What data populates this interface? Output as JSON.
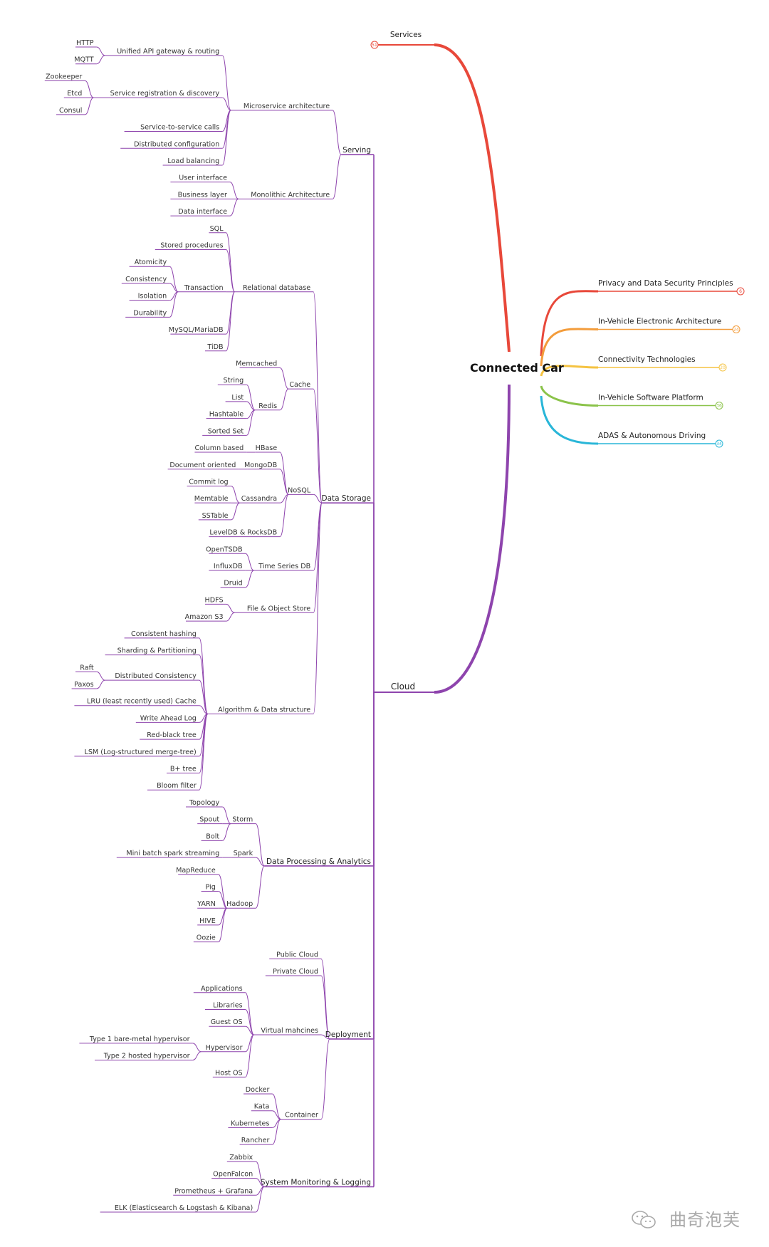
{
  "root": {
    "label": "Connected Car"
  },
  "watermark": "曲奇泡芙",
  "services": {
    "label": "Services",
    "badge": "51",
    "color": "#e8483a"
  },
  "right_branches": [
    {
      "label": "Privacy and Data Security Principles",
      "badge": "6",
      "color": "#e8483a"
    },
    {
      "label": "In-Vehicle Electronic Architecture",
      "badge": "24",
      "color": "#f39c3b"
    },
    {
      "label": "Connectivity Technologies",
      "badge": "20",
      "color": "#f5c342"
    },
    {
      "label": "In-Vehicle Software Platform",
      "badge": "36",
      "color": "#8bc34a"
    },
    {
      "label": "ADAS & Autonomous Driving",
      "badge": "34",
      "color": "#29b6d8"
    }
  ],
  "cloud": {
    "label": "Cloud",
    "color": "#8e44ad",
    "children": [
      {
        "label": "Serving",
        "children": [
          {
            "label": "Microservice architecture",
            "children": [
              {
                "label": "Unified API gateway & routing",
                "children": [
                  {
                    "label": "HTTP"
                  },
                  {
                    "label": "MQTT"
                  }
                ]
              },
              {
                "label": "Service registration & discovery",
                "children": [
                  {
                    "label": "Zookeeper"
                  },
                  {
                    "label": "Etcd"
                  },
                  {
                    "label": "Consul"
                  }
                ]
              },
              {
                "label": "Service-to-service calls"
              },
              {
                "label": "Distributed configuration"
              },
              {
                "label": "Load balancing"
              }
            ]
          },
          {
            "label": "Monolithic Architecture",
            "children": [
              {
                "label": "User interface"
              },
              {
                "label": "Business layer"
              },
              {
                "label": "Data interface"
              }
            ]
          }
        ]
      },
      {
        "label": "Data Storage",
        "children": [
          {
            "label": "Relational database",
            "children": [
              {
                "label": "SQL"
              },
              {
                "label": "Stored procedures"
              },
              {
                "label": "Transaction",
                "children": [
                  {
                    "label": "Atomicity"
                  },
                  {
                    "label": "Consistency"
                  },
                  {
                    "label": "Isolation"
                  },
                  {
                    "label": "Durability"
                  }
                ]
              },
              {
                "label": "MySQL/MariaDB"
              },
              {
                "label": "TiDB"
              }
            ]
          },
          {
            "label": "Cache",
            "children": [
              {
                "label": "Memcached"
              },
              {
                "label": "Redis",
                "children": [
                  {
                    "label": "String"
                  },
                  {
                    "label": "List"
                  },
                  {
                    "label": "Hashtable"
                  },
                  {
                    "label": "Sorted Set"
                  }
                ]
              }
            ]
          },
          {
            "label": "NoSQL",
            "children": [
              {
                "label": "HBase",
                "children": [
                  {
                    "label": "Column based"
                  }
                ]
              },
              {
                "label": "MongoDB",
                "children": [
                  {
                    "label": "Document oriented"
                  }
                ]
              },
              {
                "label": "Cassandra",
                "children": [
                  {
                    "label": "Commit log"
                  },
                  {
                    "label": "Memtable"
                  },
                  {
                    "label": "SSTable"
                  }
                ]
              },
              {
                "label": "LevelDB & RocksDB"
              }
            ]
          },
          {
            "label": "Time Series DB",
            "children": [
              {
                "label": "OpenTSDB"
              },
              {
                "label": "InfluxDB"
              },
              {
                "label": "Druid"
              }
            ]
          },
          {
            "label": "File & Object Store",
            "children": [
              {
                "label": "HDFS"
              },
              {
                "label": "Amazon S3"
              }
            ]
          },
          {
            "label": "Algorithm & Data structure",
            "children": [
              {
                "label": "Consistent hashing"
              },
              {
                "label": "Sharding & Partitioning"
              },
              {
                "label": "Distributed Consistency",
                "children": [
                  {
                    "label": "Raft"
                  },
                  {
                    "label": "Paxos"
                  }
                ]
              },
              {
                "label": "LRU (least recently used) Cache"
              },
              {
                "label": "Write Ahead Log"
              },
              {
                "label": "Red-black tree"
              },
              {
                "label": "LSM (Log-structured merge-tree)"
              },
              {
                "label": "B+ tree"
              },
              {
                "label": "Bloom filter"
              }
            ]
          }
        ]
      },
      {
        "label": "Data Processing & Analytics",
        "children": [
          {
            "label": "Storm",
            "children": [
              {
                "label": "Topology"
              },
              {
                "label": "Spout"
              },
              {
                "label": "Bolt"
              }
            ]
          },
          {
            "label": "Spark",
            "children": [
              {
                "label": "Mini batch spark streaming"
              }
            ]
          },
          {
            "label": "Hadoop",
            "children": [
              {
                "label": "MapReduce"
              },
              {
                "label": "Pig"
              },
              {
                "label": "YARN"
              },
              {
                "label": "HIVE"
              },
              {
                "label": "Oozie"
              }
            ]
          }
        ]
      },
      {
        "label": "Deployment",
        "children": [
          {
            "label": "Public Cloud"
          },
          {
            "label": "Private Cloud"
          },
          {
            "label": "Virtual mahcines",
            "children": [
              {
                "label": "Applications"
              },
              {
                "label": "Libraries"
              },
              {
                "label": "Guest OS"
              },
              {
                "label": "Hypervisor",
                "children": [
                  {
                    "label": "Type 1 bare-metal hypervisor"
                  },
                  {
                    "label": "Type 2 hosted hypervisor"
                  }
                ]
              },
              {
                "label": "Host OS"
              }
            ]
          },
          {
            "label": "Container",
            "children": [
              {
                "label": "Docker"
              },
              {
                "label": "Kata"
              },
              {
                "label": "Kubernetes"
              },
              {
                "label": "Rancher"
              }
            ]
          }
        ]
      },
      {
        "label": "System Monitoring & Logging",
        "children": [
          {
            "label": "Zabbix"
          },
          {
            "label": "OpenFalcon"
          },
          {
            "label": "Prometheus + Grafana"
          },
          {
            "label": "ELK (Elasticsearch & Logstash & Kibana)"
          }
        ]
      }
    ]
  }
}
